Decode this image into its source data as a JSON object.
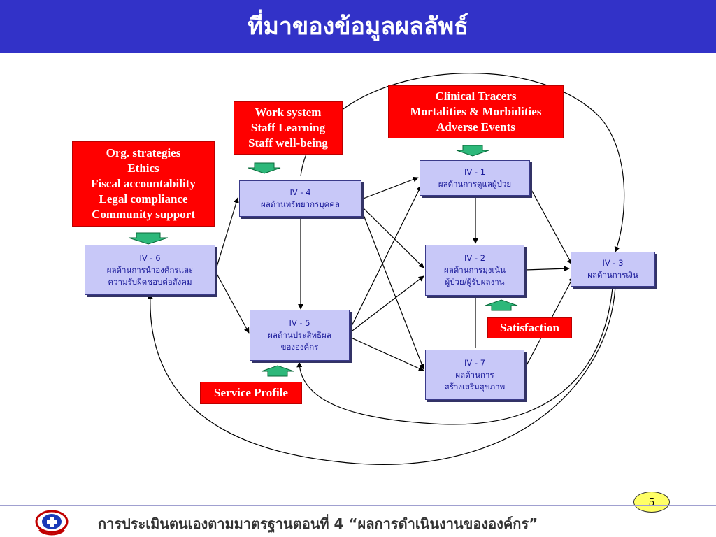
{
  "title": "ที่มาของข้อมูลผลลัพธ์",
  "nodes": {
    "iv1": {
      "code": "IV - 1",
      "lines": [
        "ผลด้านการดูแลผู้ป่วย"
      ]
    },
    "iv2": {
      "code": "IV - 2",
      "lines": [
        "ผลด้านการมุ่งเน้น",
        "ผู้ป่วย/ผู้รับผลงาน"
      ]
    },
    "iv3": {
      "code": "IV - 3",
      "lines": [
        "ผลด้านการเงิน"
      ]
    },
    "iv4": {
      "code": "IV - 4",
      "lines": [
        "ผลด้านทรัพยากรบุคคล"
      ]
    },
    "iv5": {
      "code": "IV - 5",
      "lines": [
        "ผลด้านประสิทธิผล",
        "ขององค์กร"
      ]
    },
    "iv6": {
      "code": "IV - 6",
      "lines": [
        "ผลด้านการนำองค์กรและ",
        "ความรับผิดชอบต่อสังคม"
      ]
    },
    "iv7": {
      "code": "IV - 7",
      "lines": [
        "ผลด้านการ",
        "สร้างเสริมสุขภาพ"
      ]
    }
  },
  "sources": {
    "org": [
      "Org. strategies",
      "Ethics",
      "Fiscal accountability",
      "Legal compliance",
      "Community support"
    ],
    "work": [
      "Work system",
      "Staff Learning",
      "Staff well-being"
    ],
    "clinical": [
      "Clinical Tracers",
      "Mortalities & Morbidities",
      "Adverse Events"
    ],
    "satisfaction": [
      "Satisfaction"
    ],
    "service": [
      "Service Profile"
    ]
  },
  "footer": {
    "text": "การประเมินตนเองตามมาตรฐานตอนที่ 4 “ผลการดำเนินงานขององค์กร”",
    "page": "5"
  },
  "colors": {
    "title_bar": "#3232c8",
    "node_fill": "#c8c8f8",
    "node_text": "#1a1a9a",
    "source_fill": "#ff0000",
    "indicator_arrow": "#2db87a"
  }
}
